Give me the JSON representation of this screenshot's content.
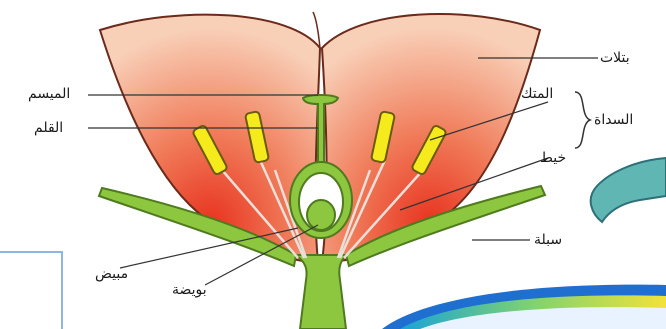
{
  "labels": {
    "petals": "بتلات",
    "anther": "المتك",
    "stamens": "السداة",
    "filament": "خيط",
    "sepal": "سبلة",
    "stigma": "الميسم",
    "style": "القلم",
    "ovary": "مبيض",
    "ovule": "بويضة"
  },
  "colors": {
    "petal_edge": "#f6c7a8",
    "petal_center": "#ee3a2a",
    "green": "#8dc63f",
    "green_dark": "#5e8f26",
    "anther_yellow": "#f5ea1c",
    "teal_shape": "#67b8b5",
    "wave_blue": "#1e6fd0",
    "wave_yellow": "#f2e23a"
  }
}
